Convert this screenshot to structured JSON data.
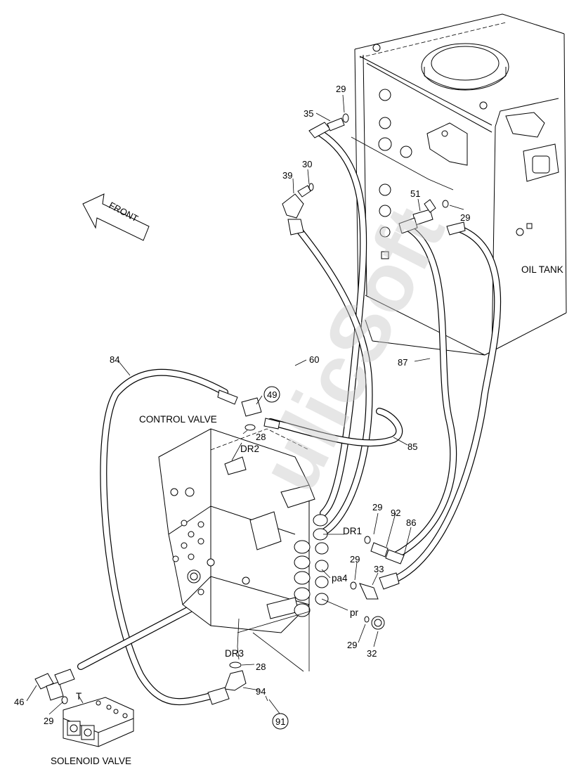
{
  "labels": {
    "front": "FRONT",
    "oil_tank": "OIL TANK",
    "control_valve": "CONTROL VALVE",
    "solenoid_valve": "SOLENOID VALVE",
    "port_dr1": "DR1",
    "port_dr2": "DR2",
    "port_dr3": "DR3",
    "port_pa4": "pa4",
    "port_pr": "pr",
    "port_t": "T"
  },
  "watermark": "ulicSoft",
  "part_numbers": {
    "p29_a": "29",
    "p35": "35",
    "p30": "30",
    "p39": "39",
    "p51": "51",
    "p29_b": "29",
    "p84": "84",
    "p60": "60",
    "p87": "87",
    "p49": "49",
    "p28_a": "28",
    "p85": "85",
    "p29_c": "29",
    "p92": "92",
    "p86": "86",
    "p29_d": "29",
    "p33": "33",
    "p29_e": "29",
    "p32": "32",
    "p28_b": "28",
    "p94": "94",
    "p91": "91",
    "p46": "46",
    "p29_f": "29"
  }
}
